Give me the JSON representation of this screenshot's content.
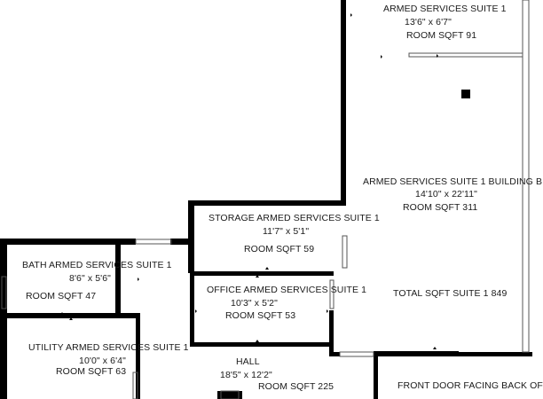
{
  "rooms": [
    {
      "name": "ARMED SERVICES SUITE 1",
      "dims": "13'6\" x 6'7\"",
      "area": "ROOM SQFT 91"
    },
    {
      "name": "ARMED SERVICES SUITE 1 BUILDING B",
      "dims": "14'10\" x 22'11\"",
      "area": "ROOM SQFT 311"
    },
    {
      "name": "STORAGE ARMED SERVICES SUITE 1",
      "dims": "11'7\" x 5'1\"",
      "area": "ROOM SQFT 59"
    },
    {
      "name": "BATH ARMED SERVICES SUITE 1",
      "dims": "8'6\" x 5'6\"",
      "area": "ROOM SQFT 47"
    },
    {
      "name": "OFFICE ARMED SERVICES SUITE 1",
      "dims": "10'3\" x 5'2\"",
      "area": "ROOM SQFT 53"
    },
    {
      "name": "UTILITY ARMED SERVICES SUITE 1",
      "dims": "10'0\" x 6'4\"",
      "area": "ROOM SQFT 63"
    },
    {
      "name": "HALL",
      "dims": "18'5\" x 12'2\"",
      "area": "ROOM SQFT 225"
    }
  ],
  "total_sqft": "TOTAL SQFT SUITE 1 849",
  "front_door": "FRONT DOOR FACING BACK OF"
}
